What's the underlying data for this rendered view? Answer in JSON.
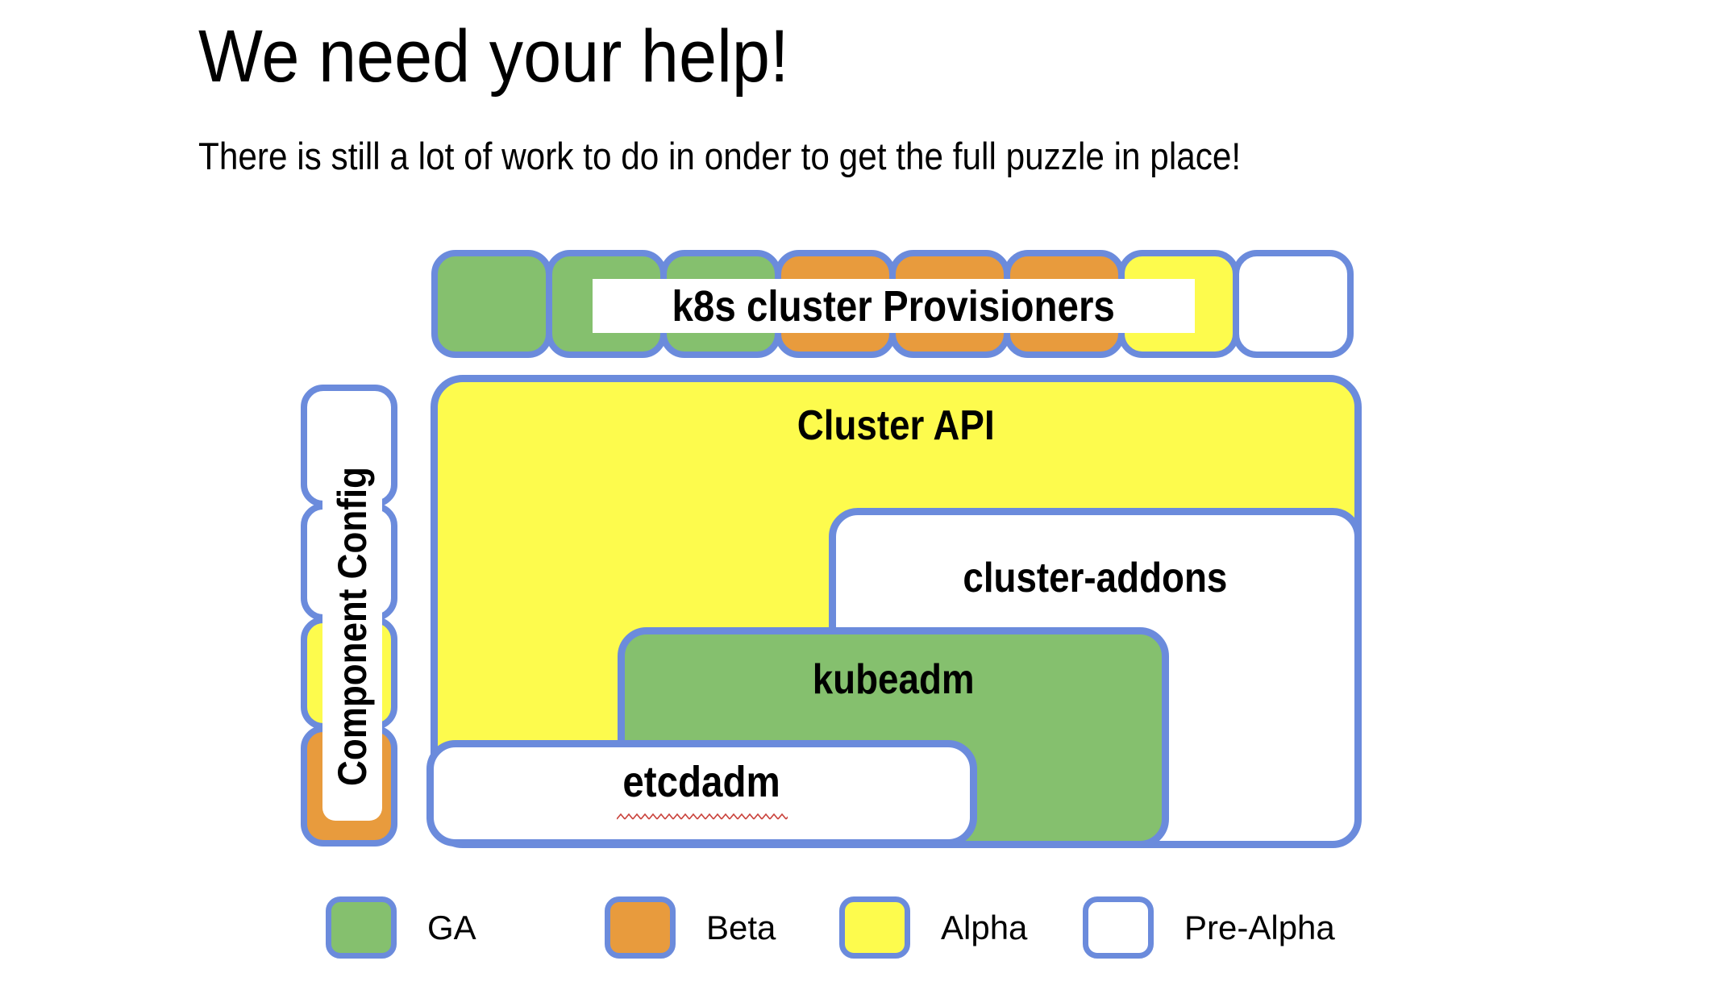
{
  "slide": {
    "title": "We need your help!",
    "subtitle": "There is still a lot of work to do in onder to get the full puzzle in place!"
  },
  "colors": {
    "ga": "#85C06E",
    "beta": "#E89B3D",
    "alpha": "#FDFB4D",
    "pre_alpha": "#FFFFFF",
    "border_blue": "#6B8BDC",
    "squiggle_red": "#C9413A"
  },
  "puzzle": {
    "provisioners": {
      "label": "k8s cluster Provisioners",
      "pieces": [
        {
          "status": "ga"
        },
        {
          "status": "ga"
        },
        {
          "status": "ga"
        },
        {
          "status": "beta"
        },
        {
          "status": "beta"
        },
        {
          "status": "beta"
        },
        {
          "status": "alpha"
        },
        {
          "status": "pre-alpha"
        }
      ]
    },
    "component_config": {
      "label": "Component Config",
      "pieces": [
        {
          "status": "pre-alpha"
        },
        {
          "status": "pre-alpha"
        },
        {
          "status": "alpha"
        },
        {
          "status": "beta"
        }
      ]
    },
    "cluster_api": {
      "label": "Cluster API",
      "status": "alpha"
    },
    "cluster_addons": {
      "label": "cluster-addons",
      "status": "pre-alpha"
    },
    "kubeadm": {
      "label": "kubeadm",
      "status": "ga"
    },
    "etcdadm": {
      "label": "etcdadm",
      "status": "pre-alpha"
    }
  },
  "legend": {
    "items": [
      {
        "label": "GA",
        "status": "ga"
      },
      {
        "label": "Beta",
        "status": "beta"
      },
      {
        "label": "Alpha",
        "status": "alpha"
      },
      {
        "label": "Pre-Alpha",
        "status": "pre-alpha"
      }
    ]
  }
}
